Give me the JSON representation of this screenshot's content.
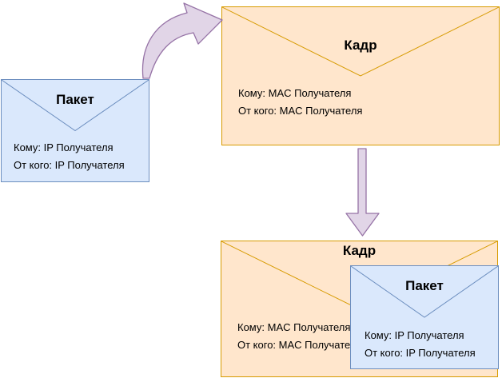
{
  "colors": {
    "packet_fill": "#dae8fc",
    "packet_stroke": "#6c8ebf",
    "frame_fill": "#ffe6cc",
    "frame_stroke": "#d79b00",
    "arrow_fill": "#e1d5e7",
    "arrow_stroke": "#9673a6",
    "text": "#000000",
    "background": "#ffffff"
  },
  "packet_left": {
    "title": "Пакет",
    "line1": "Кому: IP Получателя",
    "line2": "От кого: IP Получателя"
  },
  "frame_top": {
    "title": "Кадр",
    "line1": "Кому: MAC Получателя",
    "line2": "От кого: MAC Получателя"
  },
  "frame_bottom": {
    "title": "Кадр",
    "line1": "Кому: MAC Получателя",
    "line2": "От кого: MAC Получателя"
  },
  "packet_nested": {
    "title": "Пакет",
    "line1": "Кому: IP Получателя",
    "line2": "От кого: IP Получателя"
  }
}
